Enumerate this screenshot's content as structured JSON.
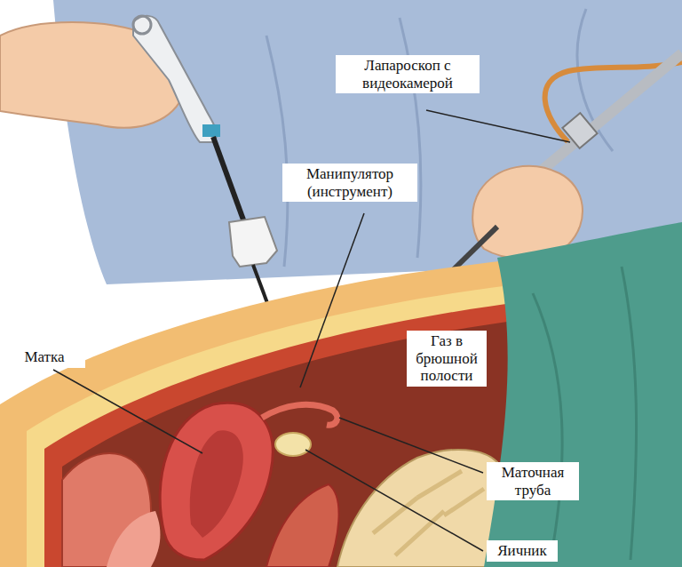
{
  "diagram": {
    "labels": [
      "Лапароскоп с видеокамерой",
      "Манипулятор (инструмент)",
      "Газ в брюшной полости",
      "Матка",
      "Маточная труба",
      "Яичник"
    ]
  }
}
